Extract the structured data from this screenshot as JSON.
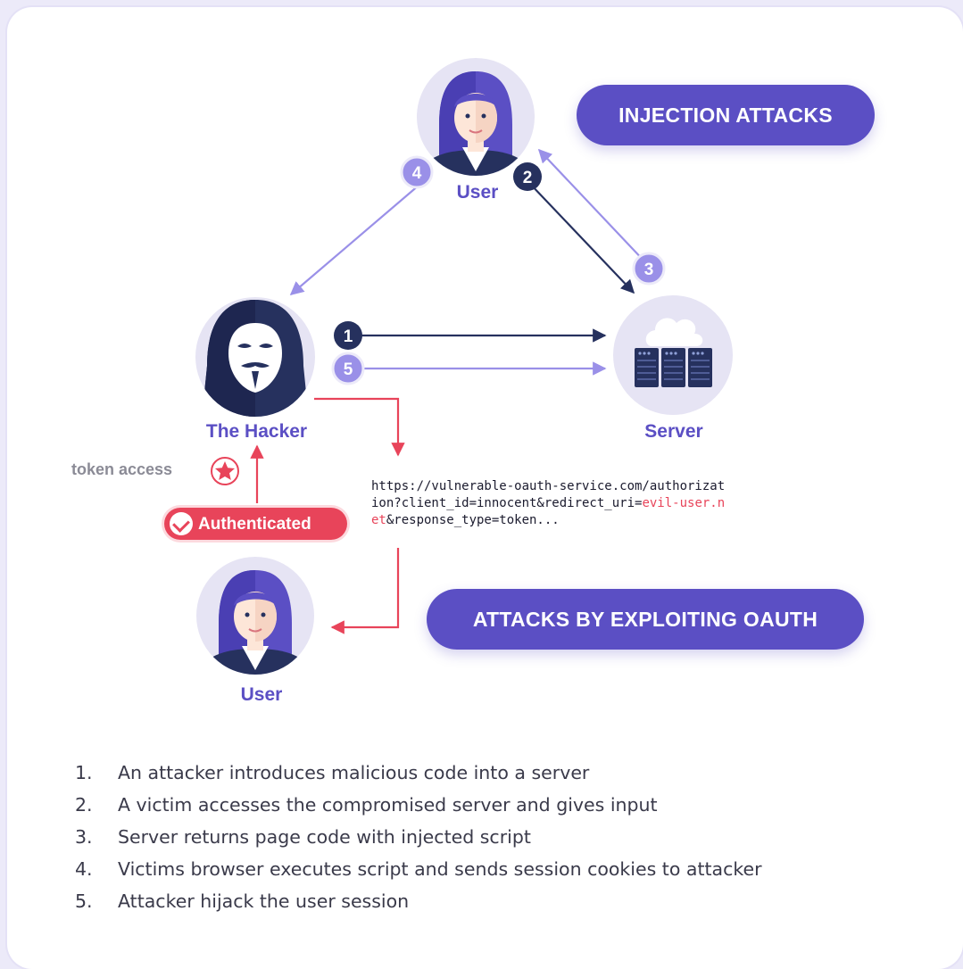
{
  "titles": {
    "injection": "INJECTION ATTACKS",
    "oauth": "ATTACKS BY EXPLOITING OAUTH"
  },
  "labels": {
    "user_top": "User",
    "hacker": "The Hacker",
    "server": "Server",
    "user_bottom": "User",
    "token_access": "token access",
    "authenticated": "Authenticated"
  },
  "markers": [
    "1",
    "2",
    "3",
    "4",
    "5"
  ],
  "url": {
    "before": "https://vulnerable-oauth-service.com/authorization?client_id=innocent&redirect_uri=",
    "highlight": "evil-user.net",
    "after": "&response_type=token..."
  },
  "steps": [
    {
      "num": "1.",
      "text": "An attacker introduces malicious code into a server"
    },
    {
      "num": "2.",
      "text": "A victim accesses the compromised server and gives input"
    },
    {
      "num": "3.",
      "text": "Server returns page code with injected script"
    },
    {
      "num": "4.",
      "text": "Victims browser executes script and sends session cookies to attacker"
    },
    {
      "num": "5.",
      "text": "Attacker hijack the user session"
    }
  ],
  "colors": {
    "accent": "#5b4fc4",
    "dark_navy": "#26315e",
    "light_purple": "#9a90e8",
    "red": "#e8445a",
    "avatar_bg": "#e6e4f4"
  }
}
